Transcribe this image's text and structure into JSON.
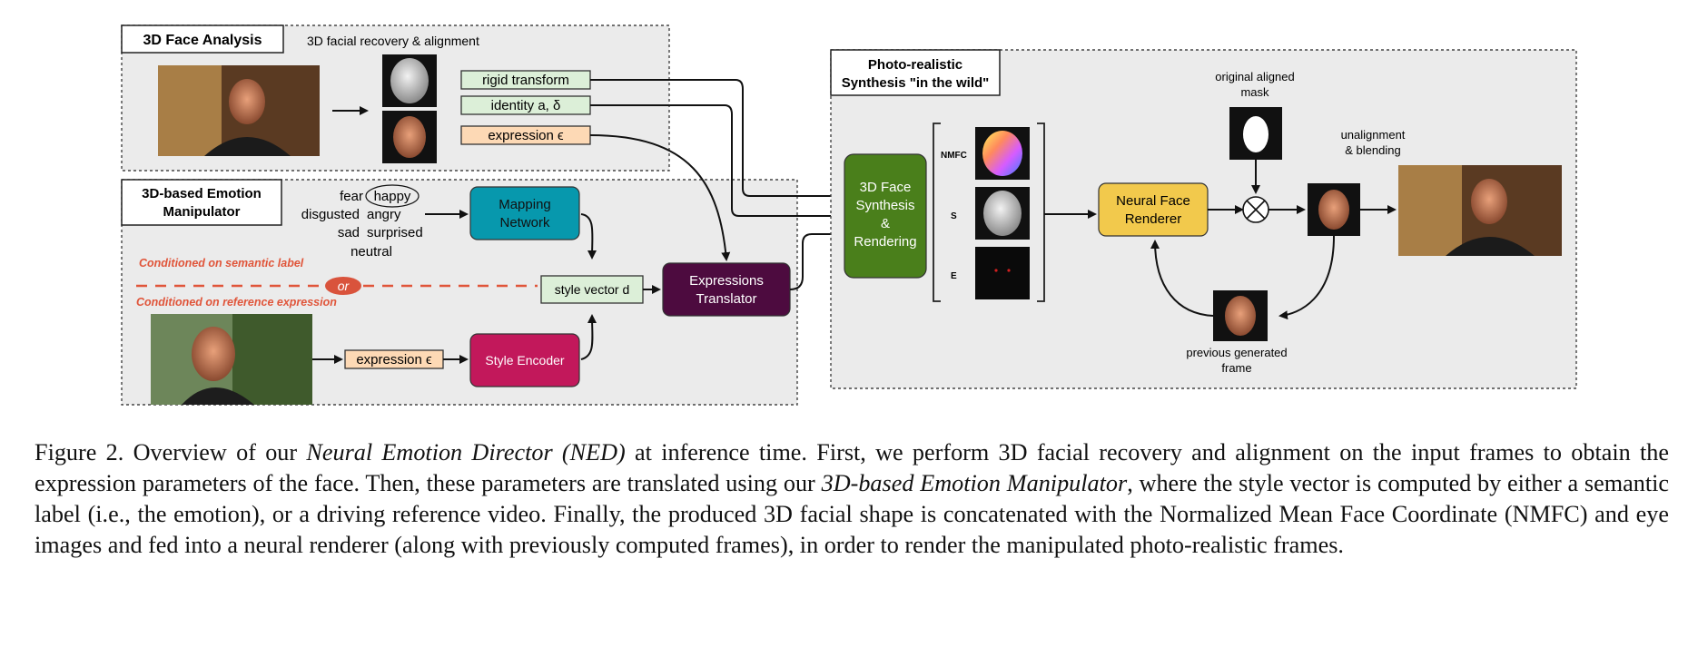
{
  "analysis": {
    "title": "3D Face Analysis",
    "subtitle": "3D facial recovery & alignment",
    "rigid": "rigid transform",
    "identity": "identity a, δ",
    "expression": "expression ϵ"
  },
  "manipulator": {
    "title_line1": "3D-based Emotion",
    "title_line2": "Manipulator",
    "emotions": {
      "fear": "fear",
      "happy": "happy",
      "disgusted": "disgusted",
      "angry": "angry",
      "sad": "sad",
      "surprised": "surprised",
      "neutral": "neutral"
    },
    "mapping_line1": "Mapping",
    "mapping_line2": "Network",
    "semantic_label": "Conditioned on semantic label",
    "or": "or",
    "reference_label": "Conditioned on reference expression",
    "style_vector": "style vector d",
    "expression_ref": "expression ϵ",
    "style_encoder": "Style Encoder",
    "translator_line1": "Expressions",
    "translator_line2": "Translator"
  },
  "synthesis": {
    "title_line1": "Photo-realistic",
    "title_line2": "Synthesis \"in the wild\"",
    "face_synth_line1": "3D Face",
    "face_synth_line2": "Synthesis",
    "face_synth_line3": "&",
    "face_synth_line4": "Rendering",
    "nmfc": "NMFC",
    "s": "S",
    "e": "E",
    "mask_line1": "original aligned",
    "mask_line2": "mask",
    "renderer_line1": "Neural Face",
    "renderer_line2": "Renderer",
    "unalign_line1": "unalignment",
    "unalign_line2": "& blending",
    "prev_line1": "previous generated",
    "prev_line2": "frame"
  },
  "caption": {
    "part1": "Figure 2. Overview of our ",
    "em1": "Neural Emotion Director (NED)",
    "part2": " at inference time. First, we perform 3D facial recovery and alignment on the input frames to obtain the expression parameters of the face. Then, these parameters are translated using our ",
    "em2": "3D-based Emotion Manipulator",
    "part3": ", where the style vector is computed by either a semantic label (i.e., the emotion), or a driving reference video. Finally, the produced 3D facial shape is concatenated with the Normalized Mean Face Coordinate (NMFC) and eye images and fed into a neural renderer (along with previously computed frames), in order to render the manipulated photo-realistic frames."
  },
  "colors": {
    "mapping": "#0798ad",
    "translator": "#4d0b3f",
    "style_encoder": "#c2185b",
    "face_synthesis": "#4a7f1b",
    "renderer": "#f2c94c",
    "dashed_red": "#e0553a",
    "or_fill": "#d9533c"
  }
}
